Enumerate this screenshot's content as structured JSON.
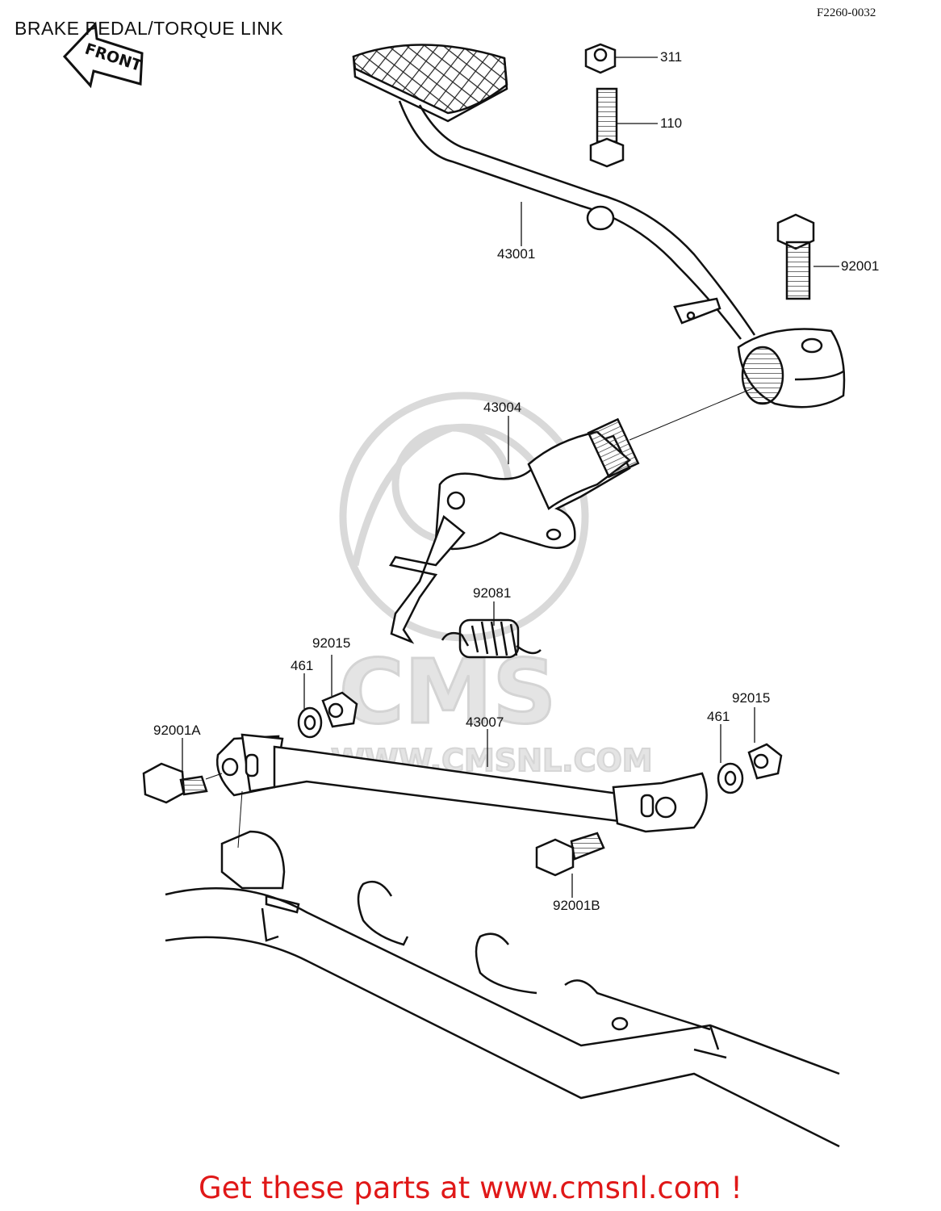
{
  "header": {
    "title": "BRAKE PEDAL/TORQUE LINK",
    "diagram_code": "F2260-0032",
    "front_tag": "FRONT"
  },
  "watermark": {
    "logo_text": "CMS",
    "url_text": "WWW.CMSNL.COM"
  },
  "parts": [
    {
      "id": "311"
    },
    {
      "id": "110"
    },
    {
      "id": "43001"
    },
    {
      "id": "92001"
    },
    {
      "id": "43004"
    },
    {
      "id": "92081"
    },
    {
      "id": "92015"
    },
    {
      "id": "461"
    },
    {
      "id": "92001A"
    },
    {
      "id": "43007"
    },
    {
      "id": "461"
    },
    {
      "id": "92015"
    },
    {
      "id": "92001B"
    }
  ],
  "footer": {
    "call_to_action": "Get these parts at www.cmsnl.com !"
  }
}
